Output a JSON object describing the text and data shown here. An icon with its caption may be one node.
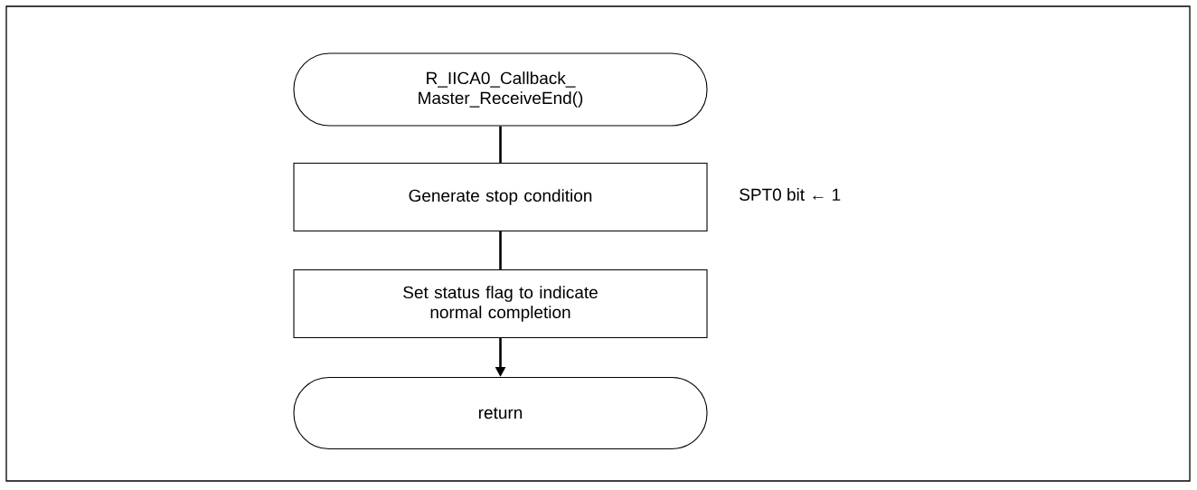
{
  "diagram": {
    "nodes": [
      {
        "text": [
          "R_IICA0_Callback_ Master_ReceiveEnd()"
        ]
      },
      {
        "text": [
          "Generate stop condition"
        ],
        "beside": [
          "SPT0 bit ← 1"
        ]
      },
      {
        "text": [
          "Set status flag to indicate normal completion"
        ]
      },
      {
        "text": [
          "return"
        ]
      }
    ],
    "edges": [
      {
        "from": 0,
        "to": 1,
        "arrow": "none"
      },
      {
        "from": 1,
        "to": 2,
        "arrow": "none"
      },
      {
        "from": 2,
        "to": 3,
        "arrow": "to"
      }
    ]
  }
}
